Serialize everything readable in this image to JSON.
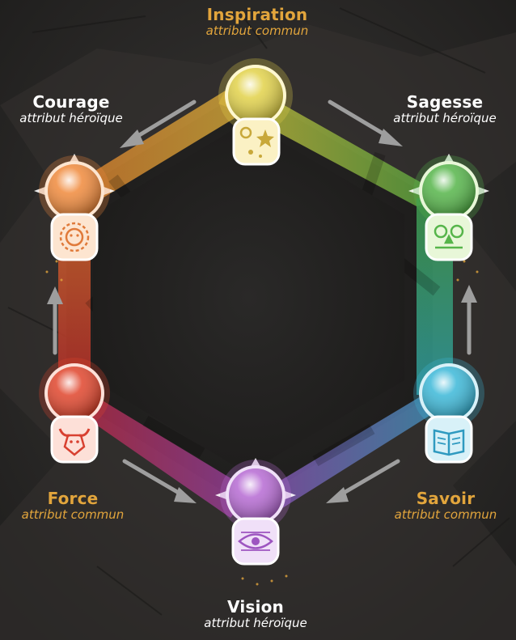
{
  "attributes": [
    {
      "id": "inspiration",
      "name": "Inspiration",
      "type": "attribut commun",
      "color": "#e2d24a",
      "icon": "cosmos-icon"
    },
    {
      "id": "sagesse",
      "name": "Sagesse",
      "type": "attribut héroïque",
      "color": "#56b54a",
      "icon": "owl-icon"
    },
    {
      "id": "savoir",
      "name": "Savoir",
      "type": "attribut commun",
      "color": "#3cb8d8",
      "icon": "book-icon"
    },
    {
      "id": "vision",
      "name": "Vision",
      "type": "attribut héroïque",
      "color": "#b66ad3",
      "icon": "eye-icon"
    },
    {
      "id": "force",
      "name": "Force",
      "type": "attribut commun",
      "color": "#e0452c",
      "icon": "bull-icon"
    },
    {
      "id": "courage",
      "name": "Courage",
      "type": "attribut héroïque",
      "color": "#f08a3c",
      "icon": "lion-icon"
    }
  ],
  "colors": {
    "common_label": "#e2a53c",
    "heroic_label": "#ffffff",
    "arrow": "#9e9e9e",
    "background": "#2b2a29"
  }
}
